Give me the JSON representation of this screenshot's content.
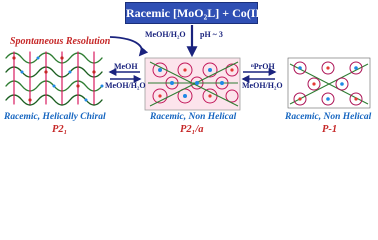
{
  "header": {
    "reagents": "Racemic [MoO₂L] + Co(II)"
  },
  "conditions": {
    "top_left": "MeOH/H₂O",
    "top_right": "pH ~ 3",
    "left_upper": "MeOH",
    "left_lower": "MeOH/H₂O",
    "right_upper": "ⁿPrOH",
    "right_lower": "MeOH/H₂O"
  },
  "annotations": {
    "spontaneous_resolution": "Spontaneous Resolution"
  },
  "structures": [
    {
      "label": "Racemic, Helically Chiral",
      "space_group": "P2₁"
    },
    {
      "label": "Racemic, Non Helical",
      "space_group": "P2₁/a"
    },
    {
      "label": "Racemic, Non Helical",
      "space_group": "P-1"
    }
  ],
  "colors": {
    "box_fill": "#2f4fb4",
    "arrow": "#1a237e",
    "label_blue": "#1565c0",
    "label_red": "#c62828"
  }
}
